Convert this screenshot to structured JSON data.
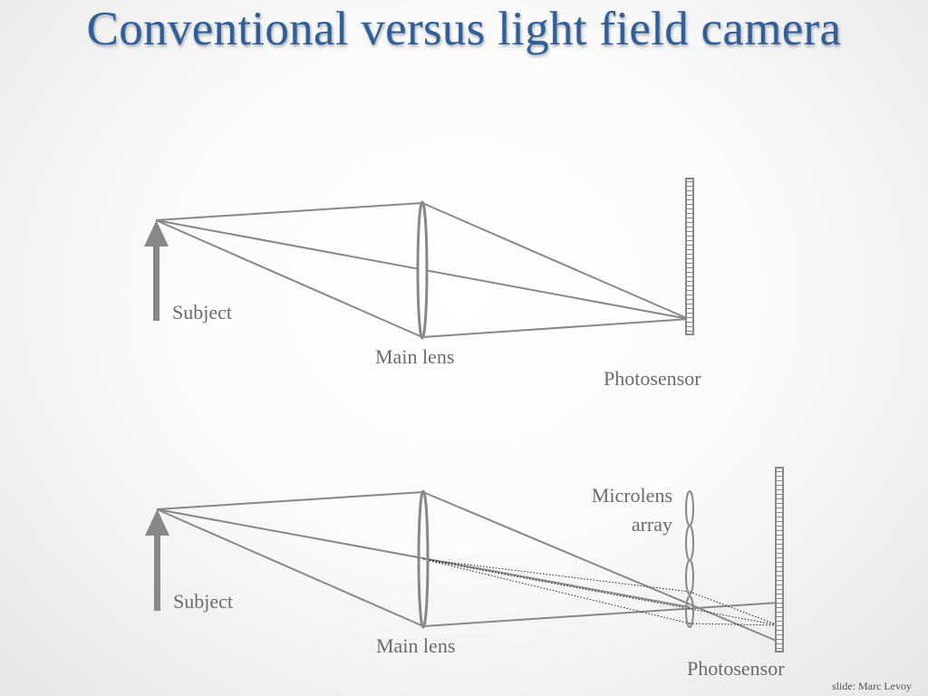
{
  "slide": {
    "title": "Conventional versus light field camera",
    "credit": "slide: Marc Levoy"
  },
  "conventional": {
    "subject_label": "Subject",
    "lens_label": "Main lens",
    "sensor_label": "Photosensor"
  },
  "light_field": {
    "subject_label": "Subject",
    "lens_label": "Main lens",
    "microlens_label_line1": "Microlens",
    "microlens_label_line2": "array",
    "sensor_label": "Photosensor"
  },
  "colors": {
    "title": "#2e5f9b",
    "ray": "#888888",
    "label": "#6b6b6b"
  }
}
